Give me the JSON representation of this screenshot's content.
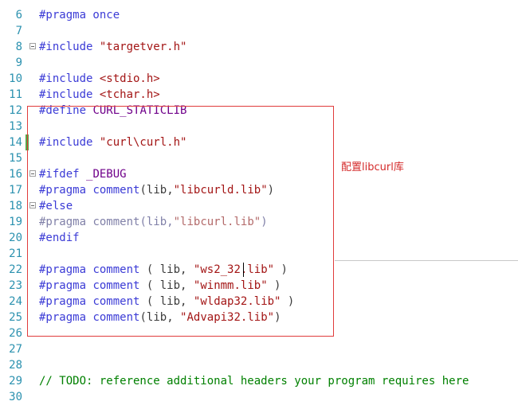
{
  "colors": {
    "line_number": "#2b91af",
    "preprocessor": "#3b3bd6",
    "preprocessor_inactive": "#8080a8",
    "string": "#a31515",
    "string_inactive": "#b36a6a",
    "identifier": "#3a3a3a",
    "comment": "#008000",
    "symbol": "#6f008a",
    "annotation": "#d42a2a"
  },
  "annotation": {
    "label": "配置libcurl库"
  },
  "lines": [
    {
      "num": "6",
      "tokens": [
        {
          "t": "#pragma once",
          "c": "preprocessor"
        }
      ]
    },
    {
      "num": "7",
      "tokens": []
    },
    {
      "num": "8",
      "fold": true,
      "tokens": [
        {
          "t": "#include ",
          "c": "preprocessor"
        },
        {
          "t": "\"targetver.h\"",
          "c": "string"
        }
      ]
    },
    {
      "num": "9",
      "tokens": []
    },
    {
      "num": "10",
      "tokens": [
        {
          "t": "#include ",
          "c": "preprocessor"
        },
        {
          "t": "<stdio.h>",
          "c": "string"
        }
      ]
    },
    {
      "num": "11",
      "tokens": [
        {
          "t": "#include ",
          "c": "preprocessor"
        },
        {
          "t": "<tchar.h>",
          "c": "string"
        }
      ]
    },
    {
      "num": "12",
      "tokens": [
        {
          "t": "#define ",
          "c": "preprocessor"
        },
        {
          "t": "CURL_STATICLIB",
          "c": "symbol"
        }
      ]
    },
    {
      "num": "13",
      "tokens": []
    },
    {
      "num": "14",
      "greenbar": true,
      "tokens": [
        {
          "t": "#include ",
          "c": "preprocessor"
        },
        {
          "t": "\"curl\\curl.h\"",
          "c": "string"
        }
      ]
    },
    {
      "num": "15",
      "tokens": []
    },
    {
      "num": "16",
      "fold": true,
      "tokens": [
        {
          "t": "#ifdef ",
          "c": "preprocessor"
        },
        {
          "t": "_DEBUG",
          "c": "symbol"
        }
      ]
    },
    {
      "num": "17",
      "tokens": [
        {
          "t": "#pragma ",
          "c": "preprocessor"
        },
        {
          "t": "comment",
          "c": "preprocessor"
        },
        {
          "t": "(",
          "c": "identifier"
        },
        {
          "t": "lib",
          "c": "identifier"
        },
        {
          "t": ",",
          "c": "identifier"
        },
        {
          "t": "\"libcurld.lib\"",
          "c": "string"
        },
        {
          "t": ")",
          "c": "identifier"
        }
      ]
    },
    {
      "num": "18",
      "fold": true,
      "tokens": [
        {
          "t": "#else",
          "c": "preprocessor"
        }
      ]
    },
    {
      "num": "19",
      "tokens": [
        {
          "t": "#pragma ",
          "c": "preprocessor_inactive"
        },
        {
          "t": "comment",
          "c": "preprocessor_inactive"
        },
        {
          "t": "(lib,",
          "c": "preprocessor_inactive"
        },
        {
          "t": "\"libcurl.lib\"",
          "c": "string_inactive"
        },
        {
          "t": ")",
          "c": "preprocessor_inactive"
        }
      ]
    },
    {
      "num": "20",
      "tokens": [
        {
          "t": "#endif",
          "c": "preprocessor"
        }
      ]
    },
    {
      "num": "21",
      "tokens": []
    },
    {
      "num": "22",
      "tokens": [
        {
          "t": "#pragma ",
          "c": "preprocessor"
        },
        {
          "t": "comment",
          "c": "preprocessor"
        },
        {
          "t": " ( ",
          "c": "identifier"
        },
        {
          "t": "lib",
          "c": "identifier"
        },
        {
          "t": ", ",
          "c": "identifier"
        },
        {
          "t": "\"ws2_32.lib\"",
          "c": "string"
        },
        {
          "t": " )",
          "c": "identifier"
        }
      ]
    },
    {
      "num": "23",
      "tokens": [
        {
          "t": "#pragma ",
          "c": "preprocessor"
        },
        {
          "t": "comment",
          "c": "preprocessor"
        },
        {
          "t": " ( ",
          "c": "identifier"
        },
        {
          "t": "lib",
          "c": "identifier"
        },
        {
          "t": ", ",
          "c": "identifier"
        },
        {
          "t": "\"winmm.lib\"",
          "c": "string"
        },
        {
          "t": " )",
          "c": "identifier"
        }
      ]
    },
    {
      "num": "24",
      "tokens": [
        {
          "t": "#pragma ",
          "c": "preprocessor"
        },
        {
          "t": "comment",
          "c": "preprocessor"
        },
        {
          "t": " ( ",
          "c": "identifier"
        },
        {
          "t": "lib",
          "c": "identifier"
        },
        {
          "t": ", ",
          "c": "identifier"
        },
        {
          "t": "\"wldap32.lib\"",
          "c": "string"
        },
        {
          "t": " )",
          "c": "identifier"
        }
      ]
    },
    {
      "num": "25",
      "tokens": [
        {
          "t": "#pragma ",
          "c": "preprocessor"
        },
        {
          "t": "comment",
          "c": "preprocessor"
        },
        {
          "t": "(",
          "c": "identifier"
        },
        {
          "t": "lib",
          "c": "identifier"
        },
        {
          "t": ", ",
          "c": "identifier"
        },
        {
          "t": "\"Advapi32.lib\"",
          "c": "string"
        },
        {
          "t": ")",
          "c": "identifier"
        }
      ]
    },
    {
      "num": "26",
      "tokens": []
    },
    {
      "num": "27",
      "tokens": []
    },
    {
      "num": "28",
      "tokens": []
    },
    {
      "num": "29",
      "tokens": [
        {
          "t": "// TODO: reference additional headers your program requires here",
          "c": "comment"
        }
      ]
    },
    {
      "num": "30",
      "tokens": []
    }
  ]
}
